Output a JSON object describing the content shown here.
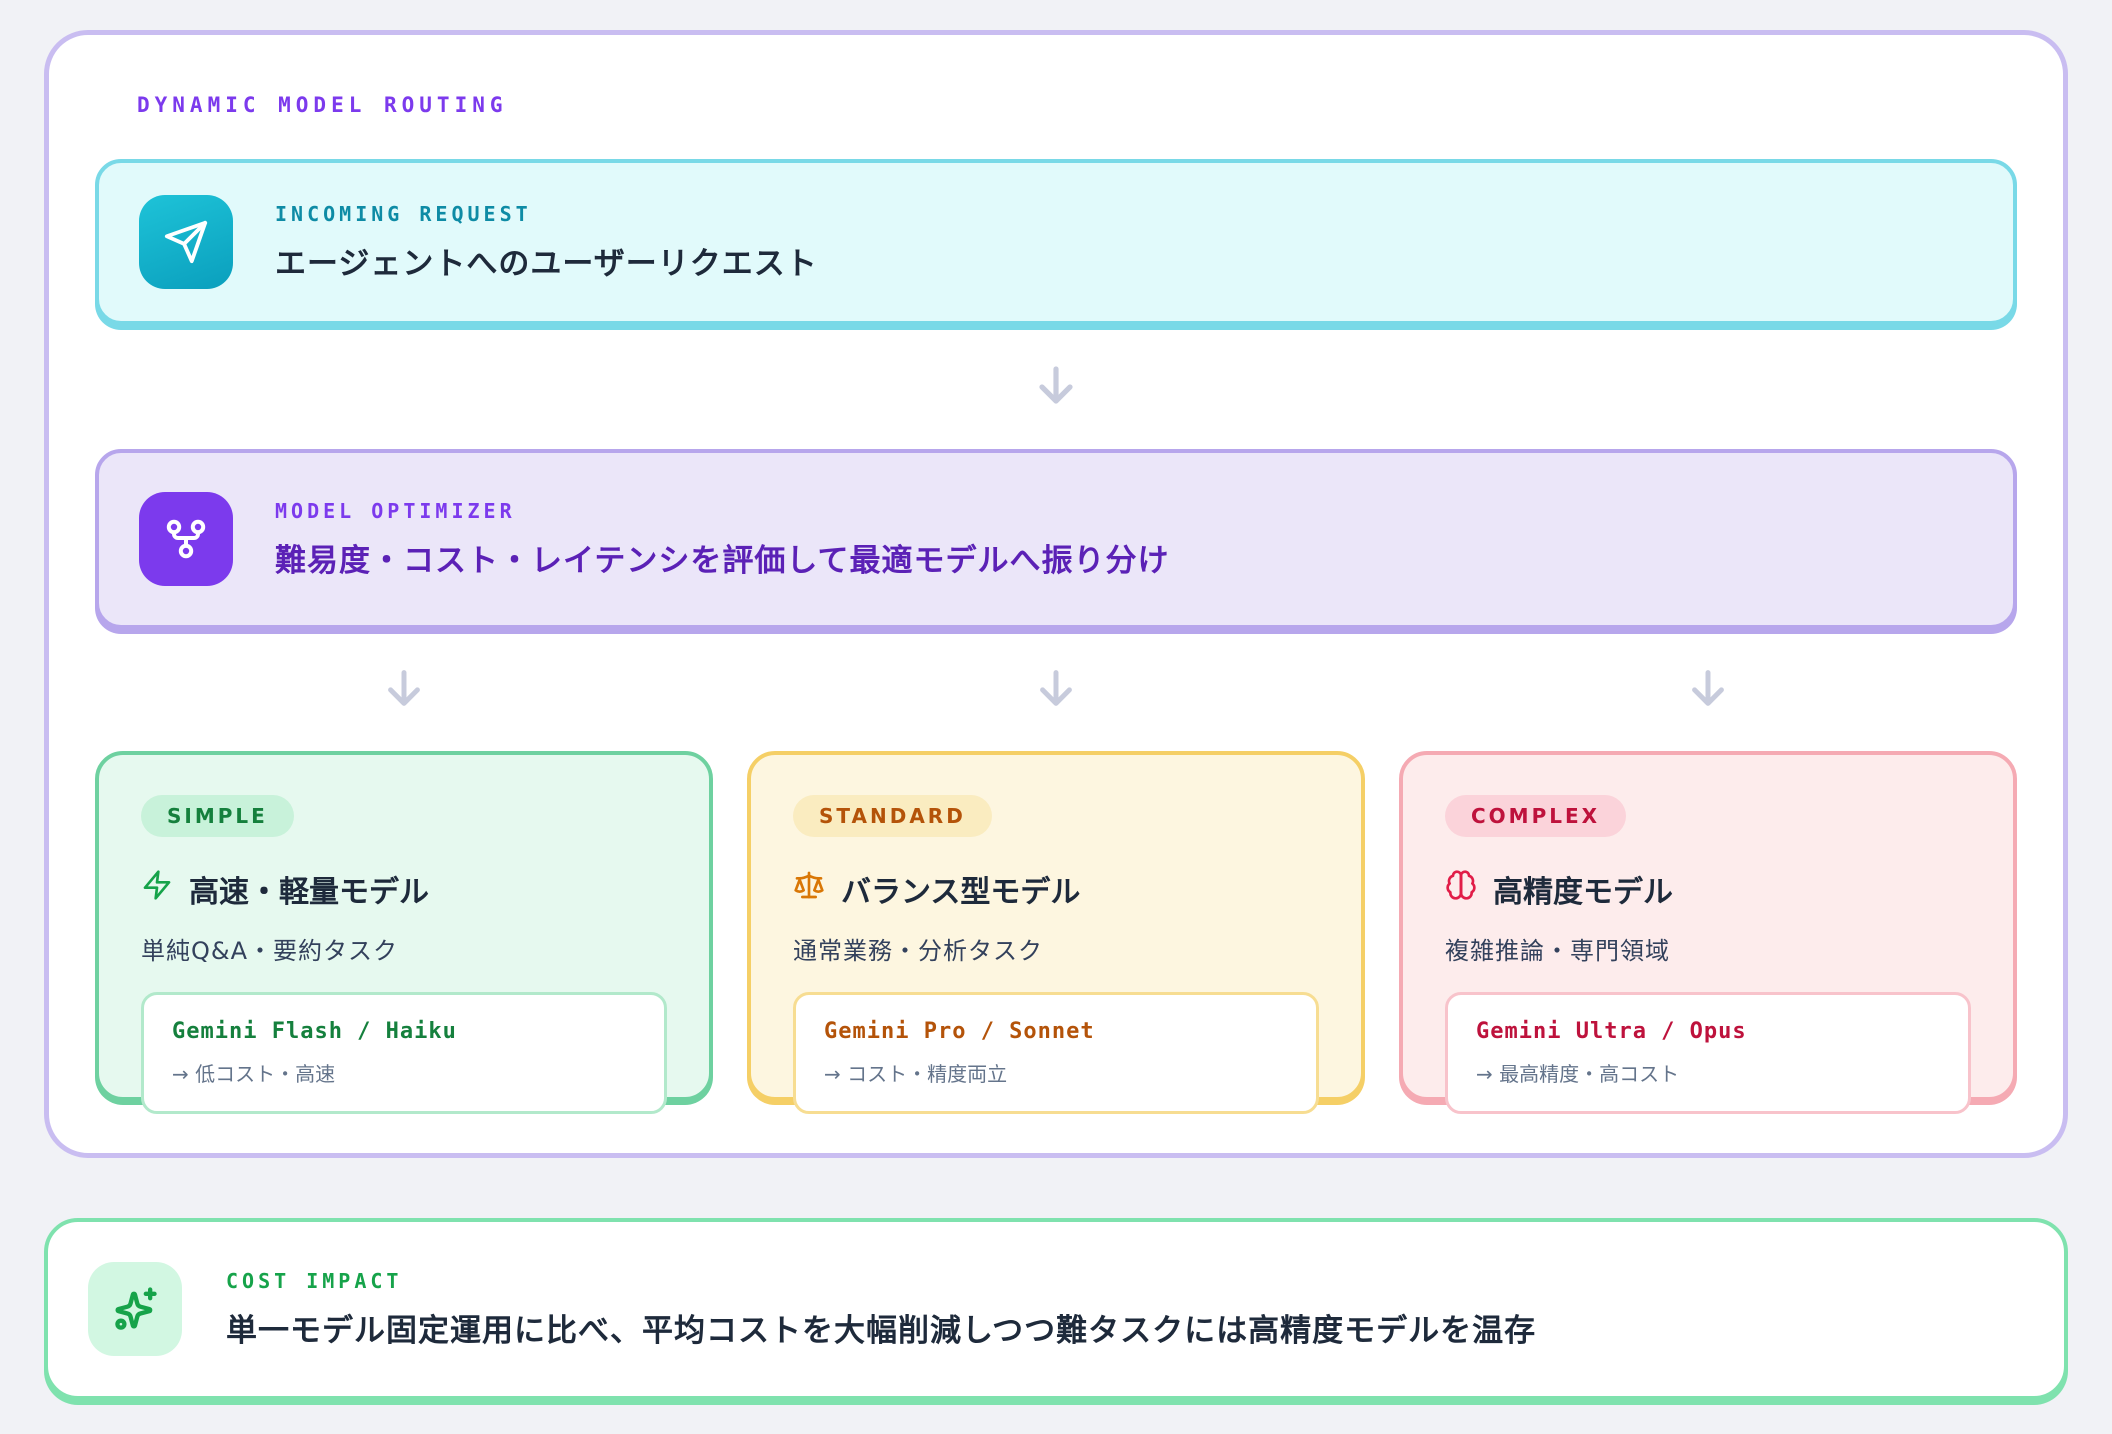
{
  "page": {
    "title": "DYNAMIC MODEL ROUTING"
  },
  "incoming_request": {
    "label": "INCOMING REQUEST",
    "heading": "エージェントへのユーザーリクエスト",
    "icon": "send-icon",
    "accent_color": "#0ea8c4"
  },
  "optimizer": {
    "label": "MODEL OPTIMIZER",
    "heading": "難易度・コスト・レイテンシを評価して最適モデルへ振り分け",
    "icon": "git-fork-icon",
    "accent_color": "#7c3aed"
  },
  "routes": [
    {
      "badge": "SIMPLE",
      "title": "高速・軽量モデル",
      "subtitle": "単純Q&A・要約タスク",
      "model": "Gemini Flash / Haiku",
      "note": "→ 低コスト・高速",
      "icon": "zap-icon",
      "accent_color": "#16a34a"
    },
    {
      "badge": "STANDARD",
      "title": "バランス型モデル",
      "subtitle": "通常業務・分析タスク",
      "model": "Gemini Pro / Sonnet",
      "note": "→ コスト・精度両立",
      "icon": "scale-icon",
      "accent_color": "#d97706"
    },
    {
      "badge": "COMPLEX",
      "title": "高精度モデル",
      "subtitle": "複雑推論・専門領域",
      "model": "Gemini Ultra / Opus",
      "note": "→ 最高精度・高コスト",
      "icon": "brain-icon",
      "accent_color": "#e11d48"
    }
  ],
  "cost_impact": {
    "label": "COST IMPACT",
    "heading": "単一モデル固定運用に比べ、平均コストを大幅削減しつつ難タスクには高精度モデルを温存",
    "icon": "sparkles-icon",
    "accent_color": "#16a34a"
  }
}
